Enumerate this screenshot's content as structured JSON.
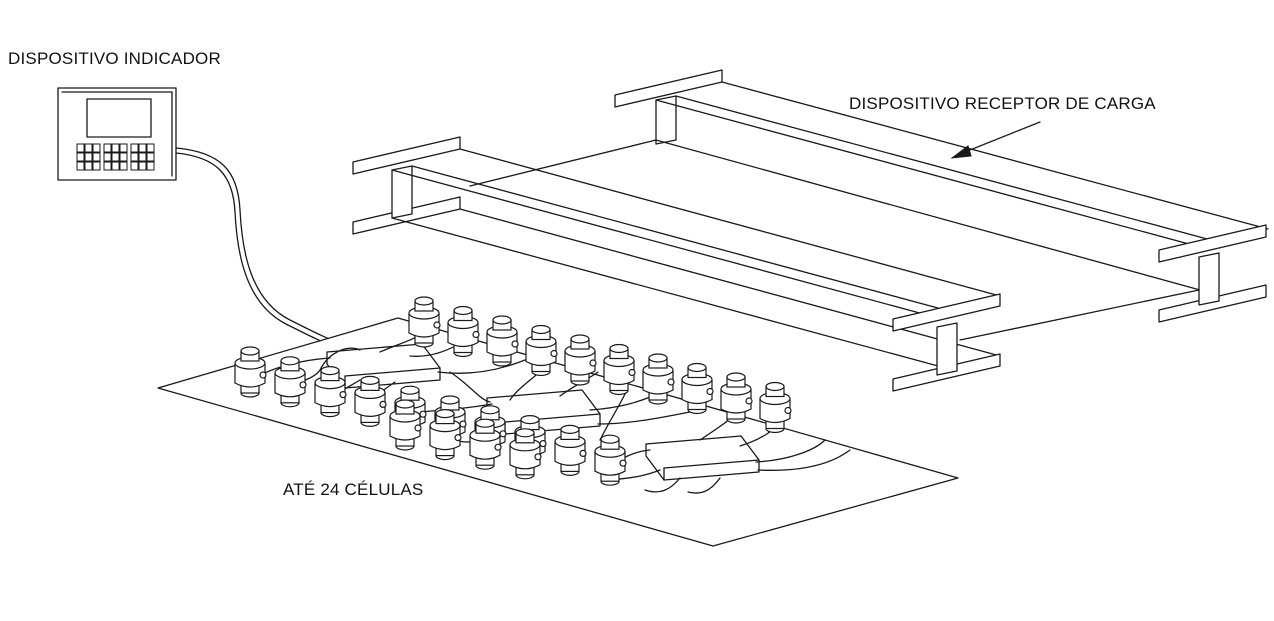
{
  "labels": {
    "indicator": "DISPOSITIVO INDICADOR",
    "receiver": "DISPOSITIVO RECEPTOR DE CARGA",
    "cells": "ATÉ 24 CÉLULAS"
  },
  "colors": {
    "line": "#1a1a1a",
    "background": "#ffffff"
  },
  "load_cells": {
    "count": 24
  }
}
